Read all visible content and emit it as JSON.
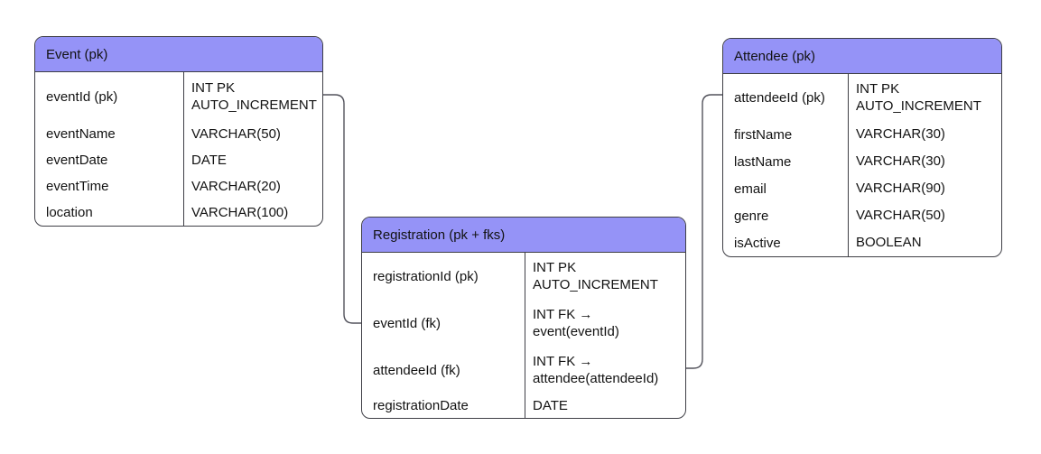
{
  "colors": {
    "table_header": "#9593f7",
    "table_border": "#3f3f46",
    "connector": "#52525b",
    "text": "#121212",
    "background": "#ffffff"
  },
  "tables": [
    {
      "title": "Event (pk)",
      "columns": [
        {
          "name": "eventId (pk)",
          "type": "INT PK\nAUTO_INCREMENT"
        },
        {
          "name": "eventName",
          "type": "VARCHAR(50)"
        },
        {
          "name": "eventDate",
          "type": "DATE"
        },
        {
          "name": "eventTime",
          "type": "VARCHAR(20)"
        },
        {
          "name": "location",
          "type": "VARCHAR(100)"
        }
      ]
    },
    {
      "title": "Registration (pk + fks)",
      "columns": [
        {
          "name": "registrationId (pk)",
          "type": "INT PK\nAUTO_INCREMENT"
        },
        {
          "name": "eventId (fk)",
          "type": "INT FK →\nevent(eventId)"
        },
        {
          "name": "attendeeId (fk)",
          "type": "INT FK →\nattendee(attendeeId)"
        },
        {
          "name": "registrationDate",
          "type": "DATE"
        }
      ]
    },
    {
      "title": "Attendee (pk)",
      "columns": [
        {
          "name": "attendeeId (pk)",
          "type": "INT PK\nAUTO_INCREMENT"
        },
        {
          "name": "firstName",
          "type": "VARCHAR(30)"
        },
        {
          "name": "lastName",
          "type": "VARCHAR(30)"
        },
        {
          "name": "email",
          "type": "VARCHAR(90)"
        },
        {
          "name": "genre",
          "type": "VARCHAR(50)"
        },
        {
          "name": "isActive",
          "type": "BOOLEAN"
        }
      ]
    }
  ],
  "relations": [
    {
      "from": "Event.eventId (pk)",
      "to": "Registration.eventId (fk)"
    },
    {
      "from": "Registration.attendeeId (fk)",
      "to": "Attendee.attendeeId (pk)"
    }
  ]
}
